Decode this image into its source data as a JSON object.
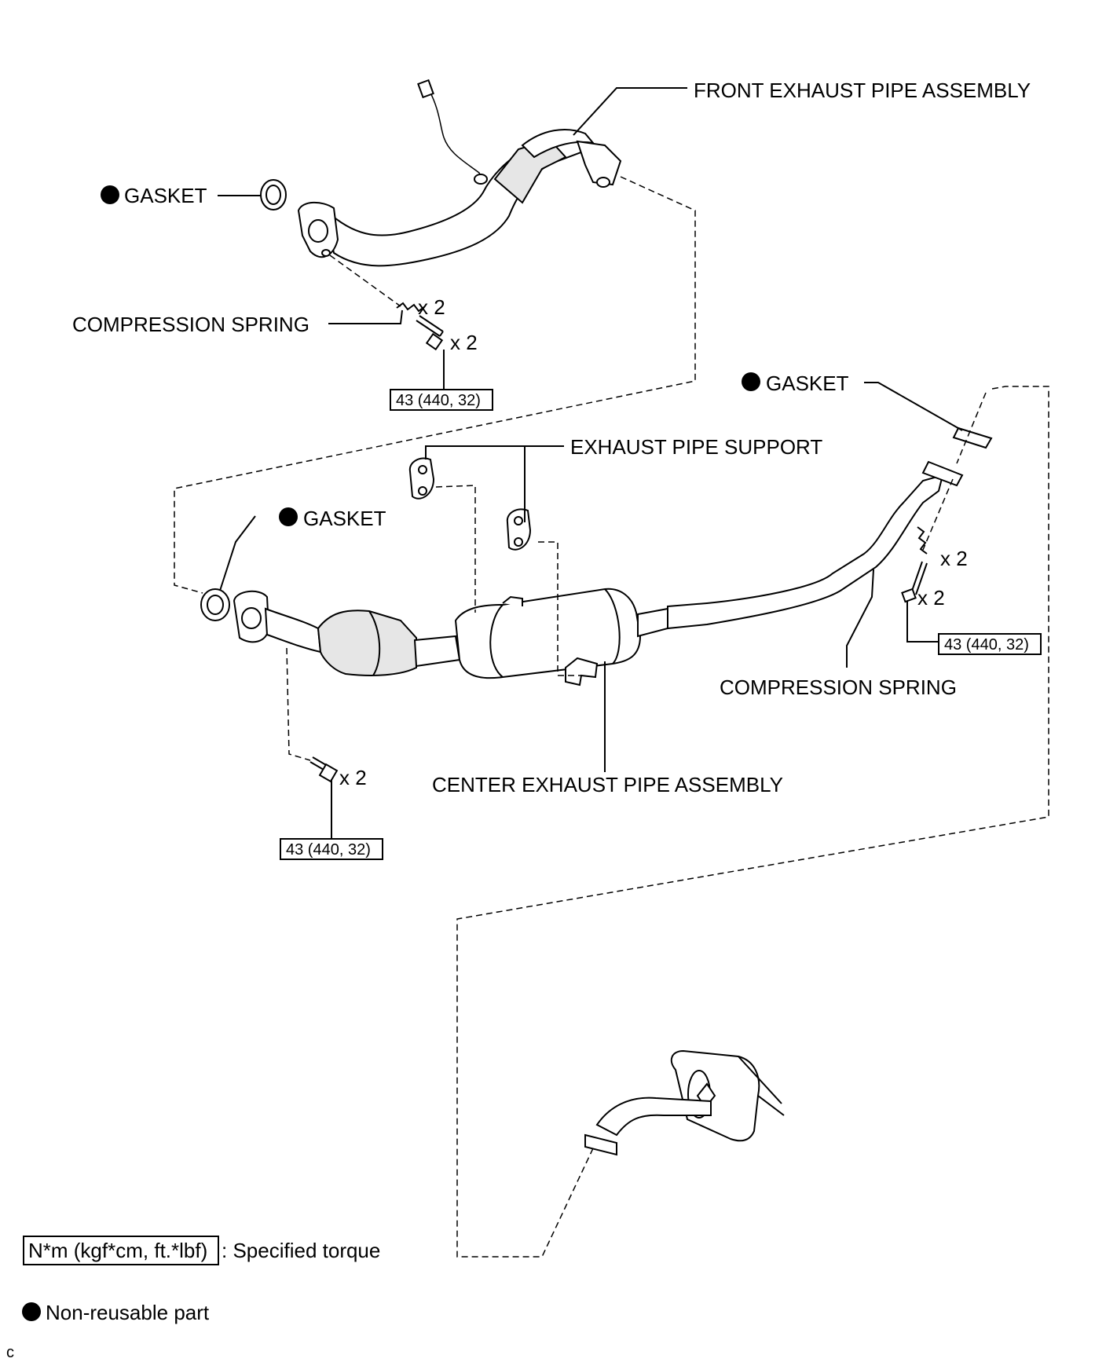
{
  "labels": {
    "front_exhaust_pipe_assembly": "FRONT EXHAUST PIPE ASSEMBLY",
    "gasket": "GASKET",
    "compression_spring": "COMPRESSION SPRING",
    "exhaust_pipe_support": "EXHAUST PIPE SUPPORT",
    "center_exhaust_pipe_assembly": "CENTER EXHAUST PIPE ASSEMBLY",
    "qty_x2": "x 2"
  },
  "torque_spec": "43 (440, 32)",
  "legend": {
    "torque_unit": "N*m (kgf*cm, ft.*lbf)",
    "torque_desc": ": Specified torque",
    "nonreusable_desc": "Non-reusable part"
  },
  "corner_code": "c",
  "colors": {
    "line": "#000000",
    "background": "#ffffff",
    "shade": "#e6e6e6"
  }
}
